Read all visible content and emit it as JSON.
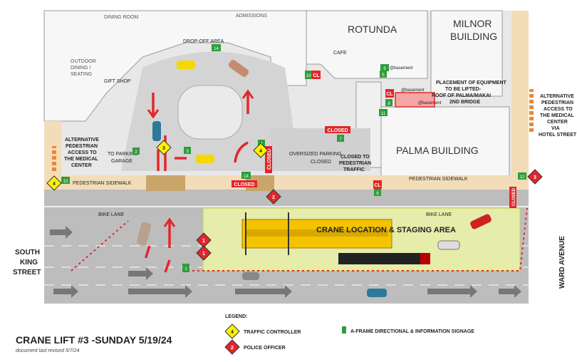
{
  "title": "CRANE LIFT #3 -SUNDAY 5/19/24",
  "revised": "document last revised 5/7/24",
  "areas": {
    "dining_room": "DINING ROOM",
    "admissions": "ADMISSIONS",
    "rotunda": "ROTUNDA",
    "milnor": [
      "MILNOR",
      "BUILDING"
    ],
    "dropoff": "DROP-OFF AREA",
    "outdoor": [
      "OUTDOOR",
      "DINING /",
      "SEATING"
    ],
    "gift_shop": "GIFT SHOP",
    "cafe": "CAFE",
    "palma": "PALMA BUILDING",
    "to_parking": [
      "TO PARKING",
      "GARAGE"
    ],
    "oversized": [
      "OVERSIZED PARKING",
      "CLOSED"
    ],
    "crane_area": "CRANE LOCATION & STAGING AREA",
    "equipment_note": [
      "PLACEMENT OF EQUIPMENT",
      "TO BE LIFTED-",
      "ROOF OF PALMA/MAKAI",
      "2ND BRIDGE"
    ],
    "closed_to_ped": [
      "CLOSED TO",
      "PEDESTRIAN",
      "TRAFFIC"
    ],
    "alt_ped_left": [
      "ALTERNATIVE",
      "PEDESTRIAN",
      "ACCESS TO",
      "THE MEDICAL",
      "CENTER"
    ],
    "alt_ped_right": [
      "ALTERNATIVE",
      "PEDESTRIAN",
      "ACCESS TO",
      "THE MEDICAL",
      "CENTER",
      "VIA",
      "HOTEL STREET"
    ]
  },
  "streets": {
    "south_king": [
      "SOUTH",
      "KING",
      "STREET"
    ],
    "ward": "WARD AVENUE",
    "sidewalk_left": "PEDESTRIAN SIDEWALK",
    "sidewalk_right": "PEDESTRIAN SIDEWALK",
    "bike_left": "BIKE LANE",
    "bike_right": "BIKE LANE"
  },
  "closed_label": "CLOSED",
  "basement": "@basement",
  "legend": {
    "title": "LEGEND:",
    "traffic": "TRAFFIC CONTROLLER",
    "police": "POLICE OFFICER",
    "signage": "A-FRAME DIRECTIONAL & INFORMATION SIGNAGE"
  },
  "markers": {
    "controllers": [
      "4",
      "3",
      "4",
      "4"
    ],
    "police": [
      "2",
      "1",
      "1",
      "2",
      "3"
    ],
    "signs": [
      "14",
      "10",
      "9",
      "11",
      "8",
      "7",
      "2",
      "3",
      "4",
      "14",
      "6",
      "13",
      "12",
      "5",
      "1"
    ],
    "cl_labels": [
      "CL",
      "CL",
      "CL"
    ]
  },
  "colors": {
    "road": "#bdbdbd",
    "building": "#f7f7f7",
    "sidewalk": "#f2ddb8",
    "staging": "#e6ecaa",
    "closed_red": "#e3262b",
    "sign_green": "#2e9e3a",
    "controller_yellow": "#fff200",
    "police_red": "#e3262b",
    "crane_yellow": "#f5c400"
  }
}
